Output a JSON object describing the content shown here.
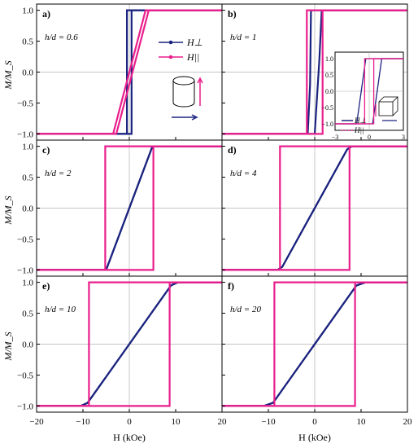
{
  "figure": {
    "xlabel": "H (kOe)",
    "ylabel": "M/M_S",
    "x_ticks": [
      "−20",
      "−10",
      "0",
      "10",
      "20"
    ],
    "x_ticks_b": [
      "−20",
      "−10",
      "0",
      "10",
      "20"
    ],
    "colors": {
      "perp": "#1a237e",
      "par": "#e91e8c",
      "axis": "#000000",
      "grid": "#b0b0b0"
    },
    "legend": {
      "perp": "H⊥",
      "par": "H||"
    },
    "inset_legend": {
      "perp": "H⊥",
      "par": "H||"
    }
  },
  "chart_data": [
    {
      "type": "line",
      "panel": "a)",
      "annotation": "h/d = 0.6",
      "xlim": [
        -20,
        20
      ],
      "ylim": [
        -1.1,
        1.1
      ],
      "y_ticks": [
        "1.0",
        "0.5",
        "0.0",
        "−0.5",
        "−1.0"
      ],
      "show_x_ticklabels": false,
      "legend": {
        "perp": "H⊥",
        "par": "H||"
      },
      "series": [
        {
          "name": "H⊥",
          "color": "#1a237e",
          "branches": [
            {
              "x": [
                -20,
                -1.5,
                -0.5,
                -0.5,
                0.5,
                20
              ],
              "y": [
                -1,
                -1,
                -1,
                1,
                1,
                1
              ]
            },
            {
              "x": [
                20,
                1.5,
                0.5,
                0.5,
                -0.5,
                -20
              ],
              "y": [
                1,
                1,
                1,
                -1,
                -1,
                -1
              ]
            }
          ]
        },
        {
          "name": "H||",
          "color": "#e91e8c",
          "branches": [
            {
              "x": [
                -20,
                -3.5,
                3.5,
                20
              ],
              "y": [
                -1,
                -1,
                1,
                1
              ]
            },
            {
              "x": [
                20,
                4.2,
                -2.8,
                -20
              ],
              "y": [
                1,
                1,
                -1,
                -1
              ]
            }
          ]
        }
      ]
    },
    {
      "type": "line",
      "panel": "b)",
      "annotation": "h/d = 1",
      "xlim": [
        -20,
        20
      ],
      "ylim": [
        -1.1,
        1.1
      ],
      "y_ticks": [],
      "show_x_ticklabels": false,
      "series": [
        {
          "name": "H⊥",
          "color": "#1a237e",
          "branches": [
            {
              "x": [
                -20,
                0,
                1,
                1.5,
                20
              ],
              "y": [
                -1,
                -1,
                0.2,
                1,
                1
              ]
            },
            {
              "x": [
                20,
                -0.8,
                -1,
                -1.5,
                -20
              ],
              "y": [
                1,
                1,
                -0.2,
                -1,
                -1
              ]
            }
          ]
        },
        {
          "name": "H||",
          "color": "#e91e8c",
          "branches": [
            {
              "x": [
                -20,
                1.7,
                1.7,
                20
              ],
              "y": [
                -1,
                -1,
                1,
                1
              ]
            },
            {
              "x": [
                20,
                -1.7,
                -1.7,
                -20
              ],
              "y": [
                1,
                1,
                -1,
                -1
              ]
            }
          ]
        }
      ],
      "inset": {
        "xlim": [
          -3,
          3
        ],
        "ylim": [
          -1.2,
          1.2
        ],
        "x_ticks": [
          "−3",
          "0",
          "3"
        ],
        "y_ticks": [
          "1.0",
          "0.5",
          "0.0",
          "−0.5",
          "−1.0"
        ],
        "series": [
          {
            "name": "H⊥",
            "color": "#1a237e",
            "branches": [
              {
                "x": [
                  -3,
                  0.3,
                  1.1,
                  3
                ],
                "y": [
                  -1,
                  -1,
                  1,
                  1
                ]
              },
              {
                "x": [
                  3,
                  -0.3,
                  -1.1,
                  -3
                ],
                "y": [
                  1,
                  1,
                  -1,
                  -1
                ]
              }
            ]
          },
          {
            "name": "H||",
            "color": "#e91e8c",
            "branches": [
              {
                "x": [
                  -3,
                  0.4,
                  0.4,
                  3
                ],
                "y": [
                  -1,
                  -1,
                  1,
                  1
                ]
              },
              {
                "x": [
                  3,
                  -0.4,
                  -0.4,
                  -3
                ],
                "y": [
                  1,
                  1,
                  -1,
                  -1
                ]
              }
            ]
          }
        ]
      }
    },
    {
      "type": "line",
      "panel": "c)",
      "annotation": "h/d = 2",
      "xlim": [
        -20,
        20
      ],
      "ylim": [
        -1.1,
        1.1
      ],
      "y_ticks": [
        "1.0",
        "0.5",
        "0.0",
        "−0.5",
        "−1.0"
      ],
      "show_x_ticklabels": false,
      "series": [
        {
          "name": "H⊥",
          "color": "#1a237e",
          "branches": [
            {
              "x": [
                -20,
                -5,
                5,
                20
              ],
              "y": [
                -1,
                -1,
                1,
                1
              ]
            },
            {
              "x": [
                20,
                5,
                -5,
                -20
              ],
              "y": [
                1,
                1,
                -1,
                -1
              ]
            }
          ]
        },
        {
          "name": "H||",
          "color": "#e91e8c",
          "branches": [
            {
              "x": [
                -20,
                5.2,
                5.2,
                20
              ],
              "y": [
                -1,
                -1,
                1,
                1
              ]
            },
            {
              "x": [
                20,
                -5.2,
                -5.2,
                -20
              ],
              "y": [
                1,
                1,
                -1,
                -1
              ]
            }
          ]
        }
      ]
    },
    {
      "type": "line",
      "panel": "d)",
      "annotation": "h/d = 4",
      "xlim": [
        -20,
        20
      ],
      "ylim": [
        -1.1,
        1.1
      ],
      "y_ticks": [],
      "show_x_ticklabels": false,
      "series": [
        {
          "name": "H⊥",
          "color": "#1a237e",
          "branches": [
            {
              "x": [
                -20,
                -8,
                -7,
                7,
                8,
                20
              ],
              "y": [
                -1,
                -1,
                -0.95,
                0.95,
                1,
                1
              ]
            },
            {
              "x": [
                20,
                8,
                7,
                -7,
                -8,
                -20
              ],
              "y": [
                1,
                1,
                0.95,
                -0.95,
                -1,
                -1
              ]
            }
          ]
        },
        {
          "name": "H||",
          "color": "#e91e8c",
          "branches": [
            {
              "x": [
                -20,
                7.5,
                7.5,
                20
              ],
              "y": [
                -1,
                -1,
                1,
                1
              ]
            },
            {
              "x": [
                20,
                -7.5,
                -7.5,
                -20
              ],
              "y": [
                1,
                1,
                -1,
                -1
              ]
            }
          ]
        }
      ]
    },
    {
      "type": "line",
      "panel": "e)",
      "annotation": "h/d = 10",
      "xlim": [
        -20,
        20
      ],
      "ylim": [
        -1.1,
        1.1
      ],
      "y_ticks": [
        "1.0",
        "0.5",
        "0.0",
        "−0.5",
        "−1.0"
      ],
      "show_x_ticklabels": true,
      "series": [
        {
          "name": "H⊥",
          "color": "#1a237e",
          "branches": [
            {
              "x": [
                -20,
                -10.5,
                -9,
                9,
                10.5,
                20
              ],
              "y": [
                -1,
                -1,
                -0.95,
                0.95,
                1,
                1
              ]
            },
            {
              "x": [
                20,
                10.5,
                9,
                -9,
                -10.5,
                -20
              ],
              "y": [
                1,
                1,
                0.95,
                -0.95,
                -1,
                -1
              ]
            }
          ]
        },
        {
          "name": "H||",
          "color": "#e91e8c",
          "branches": [
            {
              "x": [
                -20,
                8.7,
                8.7,
                20
              ],
              "y": [
                -1,
                -1,
                1,
                1
              ]
            },
            {
              "x": [
                20,
                -8.7,
                -8.7,
                -20
              ],
              "y": [
                1,
                1,
                -1,
                -1
              ]
            }
          ]
        }
      ]
    },
    {
      "type": "line",
      "panel": "f)",
      "annotation": "h/d = 20",
      "xlim": [
        -20,
        20
      ],
      "ylim": [
        -1.1,
        1.1
      ],
      "y_ticks": [],
      "show_x_ticklabels": true,
      "series": [
        {
          "name": "H⊥",
          "color": "#1a237e",
          "branches": [
            {
              "x": [
                -20,
                -11,
                -9,
                9,
                11,
                20
              ],
              "y": [
                -1,
                -1,
                -0.95,
                0.95,
                1,
                1
              ]
            },
            {
              "x": [
                20,
                11,
                9,
                -9,
                -11,
                -20
              ],
              "y": [
                1,
                1,
                0.95,
                -0.95,
                -1,
                -1
              ]
            }
          ]
        },
        {
          "name": "H||",
          "color": "#e91e8c",
          "branches": [
            {
              "x": [
                -20,
                8.7,
                8.7,
                20
              ],
              "y": [
                -1,
                -1,
                1,
                1
              ]
            },
            {
              "x": [
                20,
                -8.7,
                -8.7,
                -20
              ],
              "y": [
                1,
                1,
                -1,
                -1
              ]
            }
          ]
        }
      ]
    }
  ]
}
